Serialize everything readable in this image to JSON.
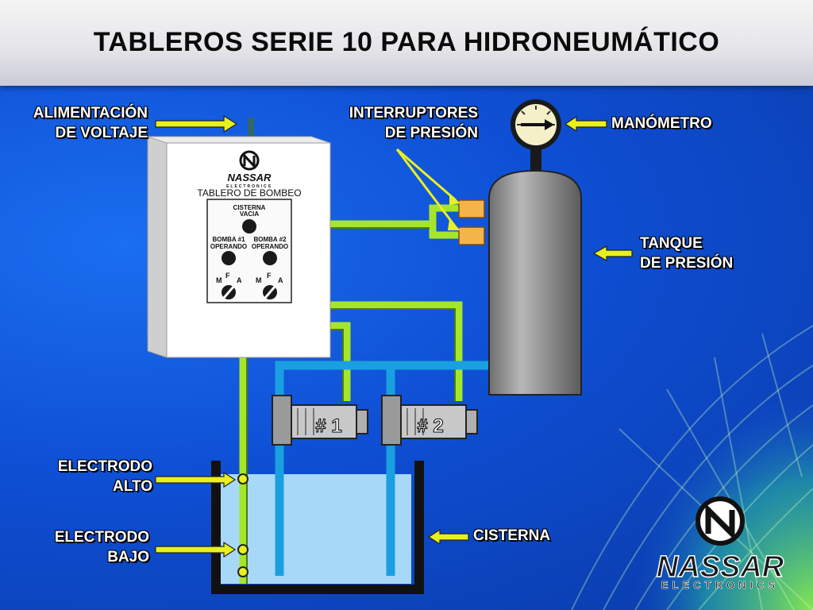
{
  "title": "TABLEROS SERIE 10 PARA HIDRONEUMÁTICO",
  "labels": {
    "power_line1": "ALIMENTACIÓN",
    "power_line2": "DE VOLTAJE",
    "switches_line1": "INTERRUPTORES",
    "switches_line2": "DE PRESIÓN",
    "gauge": "MANÓMETRO",
    "tank_line1": "TANQUE",
    "tank_line2": "DE PRESIÓN",
    "electrode_high_line1": "ELECTRODO",
    "electrode_high_line2": "ALTO",
    "electrode_low_line1": "ELECTRODO",
    "electrode_low_line2": "BAJO",
    "cistern": "CISTERNA"
  },
  "panel": {
    "brand": "NASSAR",
    "brand_sub": "ELECTRONICS",
    "name": "TABLERO DE BOMBEO",
    "cistern_line1": "CISTERNA",
    "cistern_line2": "VACIA",
    "pump1_line1": "BOMBA #1",
    "pump1_line2": "OPERANDO",
    "pump2_line1": "BOMBA #2",
    "pump2_line2": "OPERANDO",
    "switch_m": "M",
    "switch_f": "F",
    "switch_a": "A"
  },
  "pumps": {
    "pump1": "# 1",
    "pump2": "# 2"
  },
  "logo": {
    "brand": "NASSAR",
    "sub": "ELECTRONICS"
  },
  "colors": {
    "green_pipe": "#a6e62a",
    "blue_pipe": "#1aa0e0",
    "arrow": "#e8f020",
    "tank": "#8f8f8f",
    "water": "#a8d8f8"
  }
}
